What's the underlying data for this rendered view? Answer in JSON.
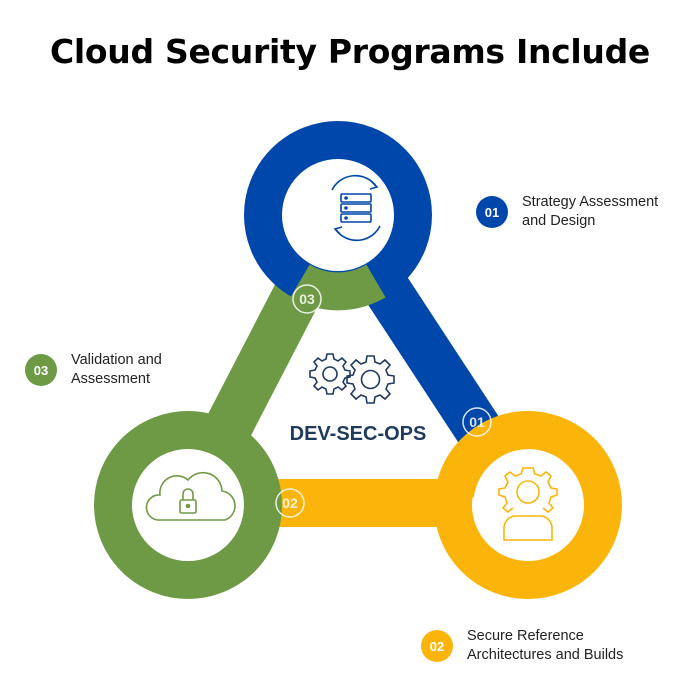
{
  "title": "Cloud Security Programs Include",
  "center_label": "DEV-SEC-OPS",
  "colors": {
    "blue": "#0047AB",
    "green": "#6E9A45",
    "yellow": "#FBB40A",
    "navy": "#1F3A5F"
  },
  "steps": [
    {
      "number": "01",
      "color": "blue",
      "icon": "server-sync-icon",
      "lines": [
        "Strategy Assessment",
        "and Design"
      ]
    },
    {
      "number": "02",
      "color": "yellow",
      "icon": "person-gear-icon",
      "lines": [
        "Secure Reference",
        "Architectures and Builds"
      ]
    },
    {
      "number": "03",
      "color": "green",
      "icon": "cloud-lock-icon",
      "lines": [
        "Validation and",
        "Assessment"
      ]
    }
  ],
  "connector_labels": [
    "01",
    "02",
    "03"
  ],
  "center_icon": "gears-icon"
}
